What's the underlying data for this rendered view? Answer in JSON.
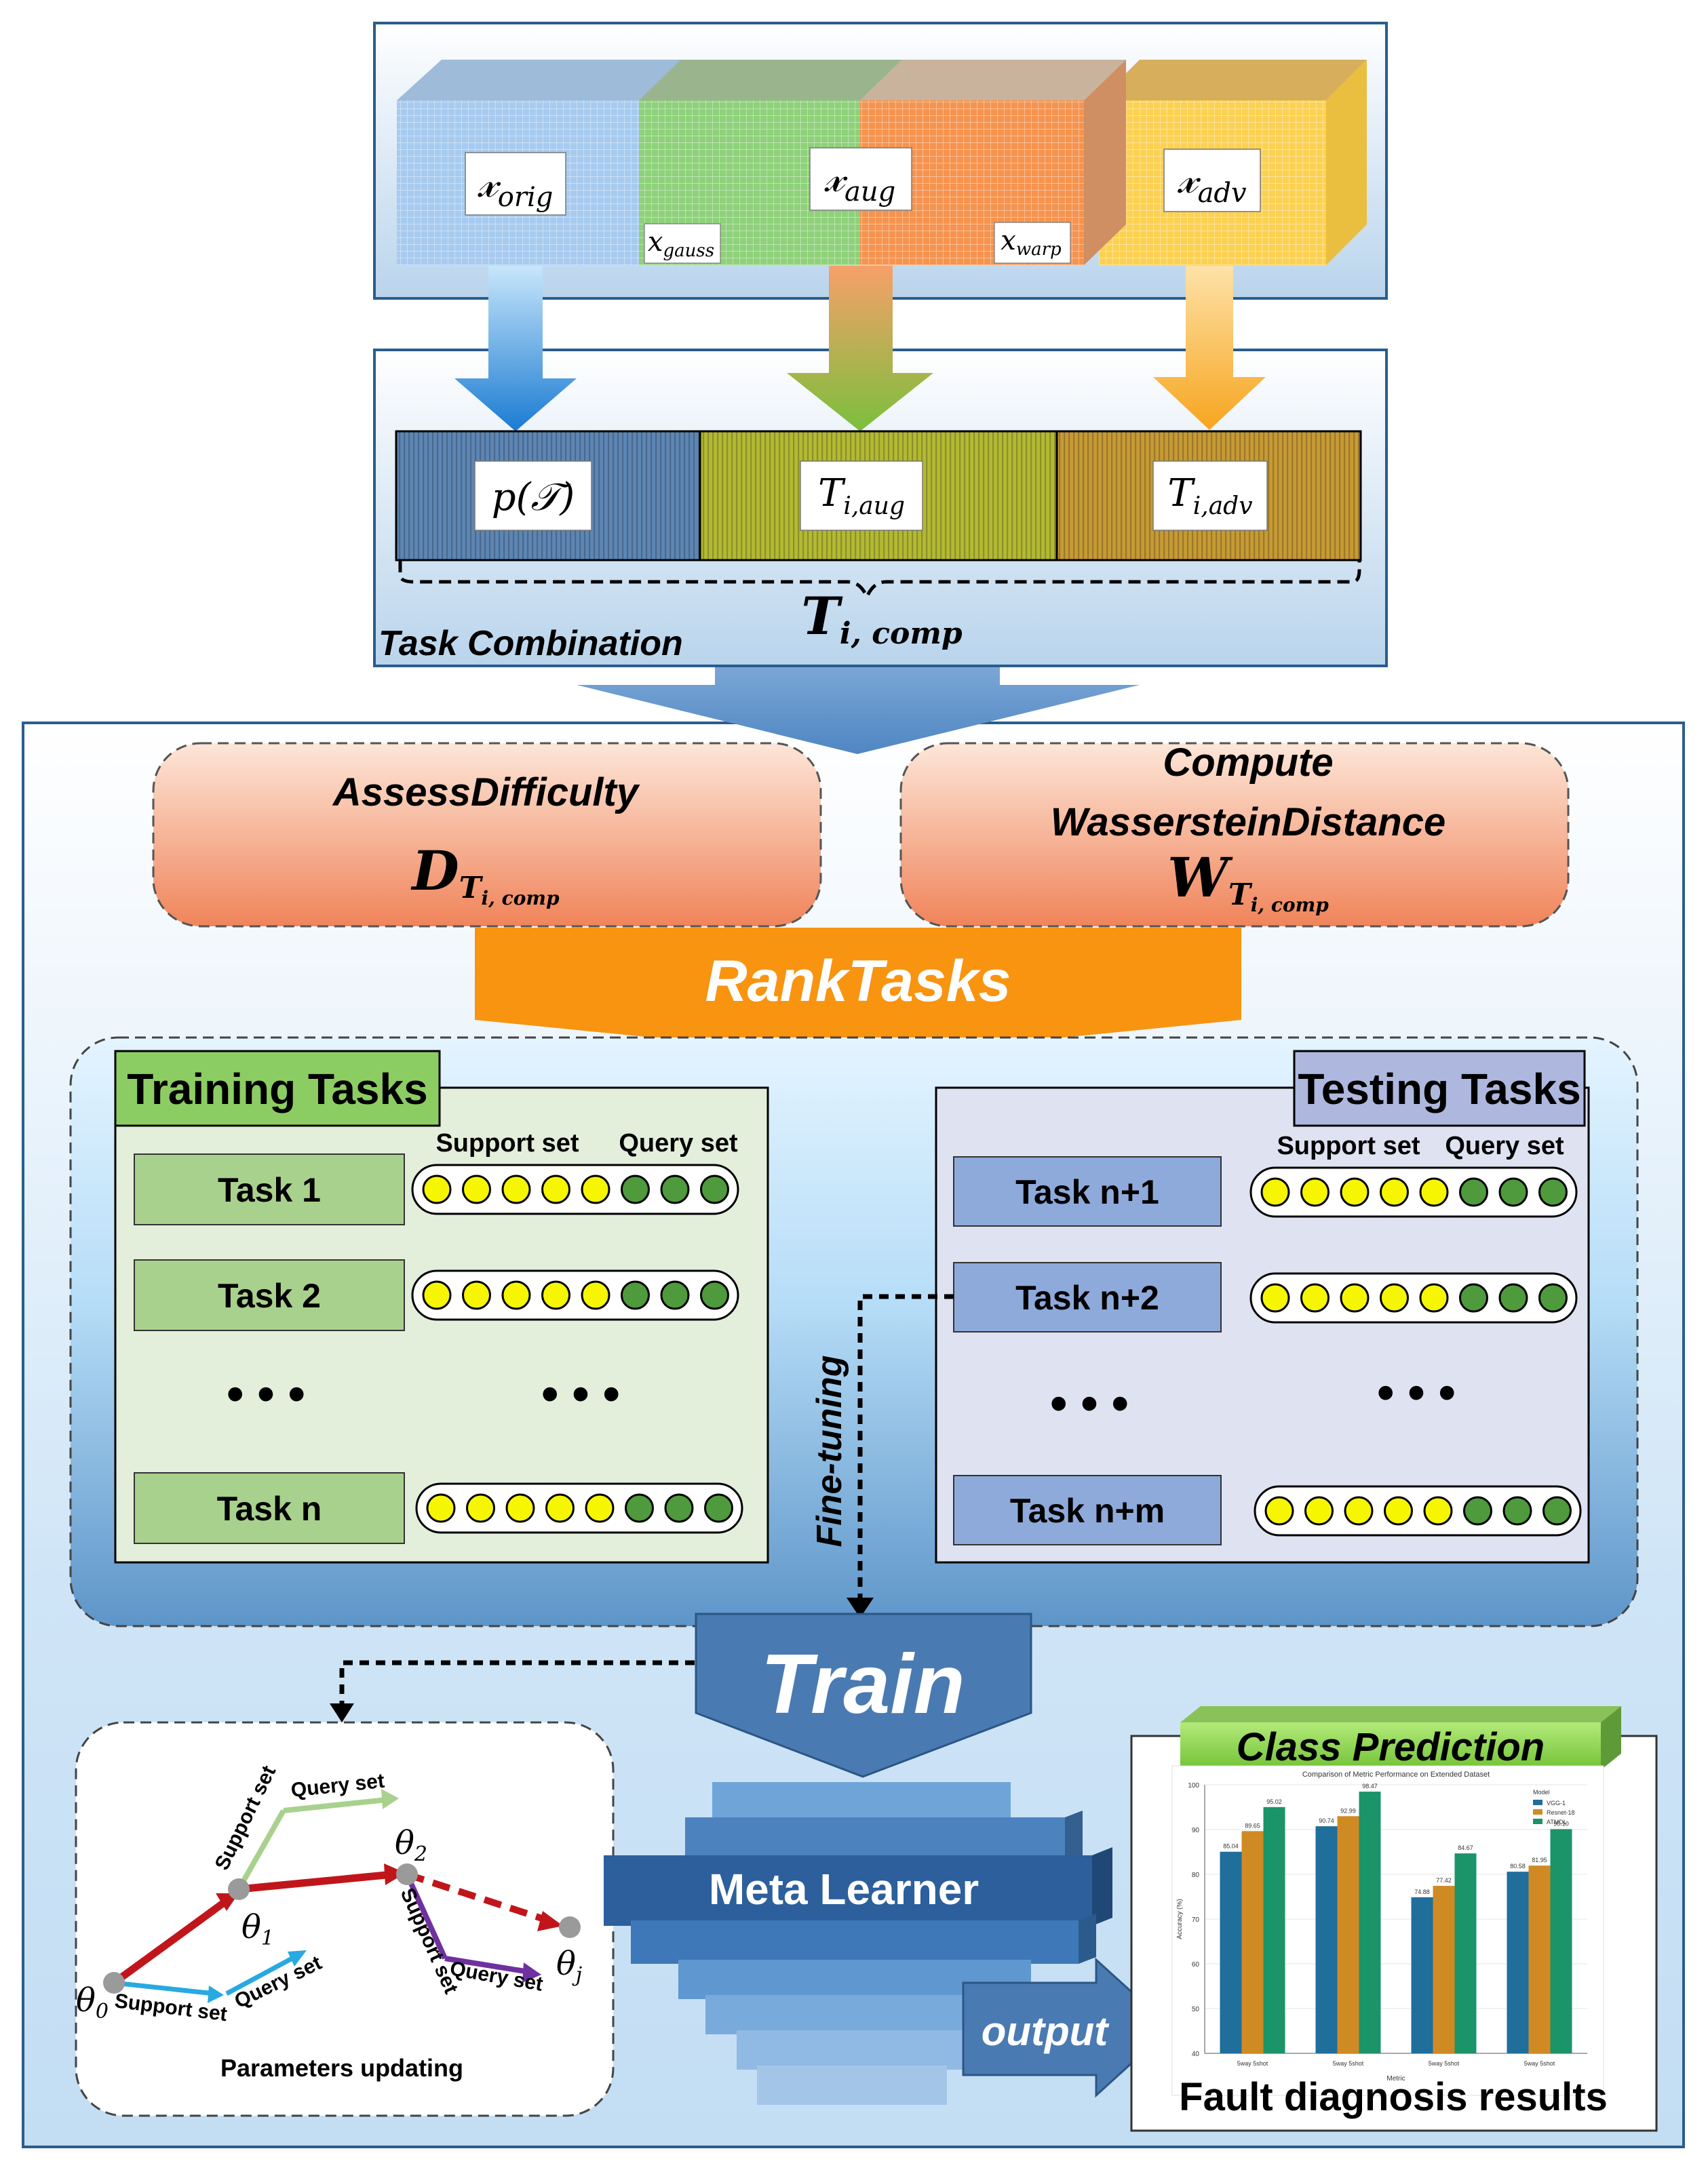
{
  "top": {
    "orig": {
      "main": "𝓍",
      "sub": "orig"
    },
    "aug": {
      "main": "𝓍",
      "sub": "aug"
    },
    "adv": {
      "main": "𝓍",
      "sub": "adv"
    },
    "gauss": {
      "main": "x",
      "sub": "gauss"
    },
    "warp": {
      "main": "x",
      "sub": "warp"
    }
  },
  "tasks": {
    "p": "p(𝒯)",
    "aug": {
      "main": "T",
      "sub": "i,aug"
    },
    "adv": {
      "main": "T",
      "sub": "i,adv"
    },
    "comp": {
      "main": "T",
      "sub": "i, comp"
    },
    "section_label": "Task Combination"
  },
  "assess": {
    "title": "AssessDifficulty",
    "main": "D",
    "sub1": "T",
    "sub2": "i, comp"
  },
  "compute": {
    "line1": "Compute",
    "line2": "WassersteinDistance",
    "main": "W",
    "sub1": "T",
    "sub2": "i, comp"
  },
  "rank_label": "RankTasks",
  "training": {
    "title": "Training Tasks",
    "support": "Support set",
    "query": "Query set",
    "tasks": [
      "Task 1",
      "Task 2",
      "Task n"
    ],
    "ellipsis": "• • •"
  },
  "testing": {
    "title": "Testing Tasks",
    "support": "Support set",
    "query": "Query set",
    "tasks": [
      "Task n+1",
      "Task n+2",
      "Task n+m"
    ],
    "ellipsis": "• • •"
  },
  "fine_tuning": "Fine-tuning",
  "train_label": "Train",
  "meta_learner": "Meta Learner",
  "output_label": "output",
  "params": {
    "caption": "Parameters updating",
    "theta0": "θ",
    "theta0_sub": "0",
    "theta1": "θ",
    "theta1_sub": "1",
    "theta2": "θ",
    "theta2_sub": "2",
    "thetaj": "θ",
    "thetaj_sub": "j",
    "support": "Support set",
    "query": "Query set"
  },
  "prediction": {
    "title": "Class Prediction",
    "caption": "Fault diagnosis results"
  },
  "chart_data": {
    "type": "bar",
    "title": "Comparison of Metric Performance on Extended Dataset",
    "categories": [
      "5way 5shot",
      "5way 5shot",
      "5way 5shot",
      "5way 5shot"
    ],
    "series": [
      {
        "name": "VGG-1",
        "values": [
          85.04,
          90.74,
          74.88,
          80.58
        ],
        "color": "#1f6e9c"
      },
      {
        "name": "Resnet-18",
        "values": [
          89.65,
          92.99,
          77.42,
          81.95
        ],
        "color": "#d08a24"
      },
      {
        "name": "ATMDL",
        "values": [
          95.02,
          98.47,
          84.67,
          90.1
        ],
        "color": "#1a9468"
      }
    ],
    "xlabel": "Metric",
    "ylabel": "Accuracy (%)",
    "ylim": [
      40,
      100
    ],
    "yticks": [
      40,
      50,
      60,
      70,
      80,
      90,
      100
    ],
    "legend_title": "Model",
    "legend": "top-right"
  }
}
